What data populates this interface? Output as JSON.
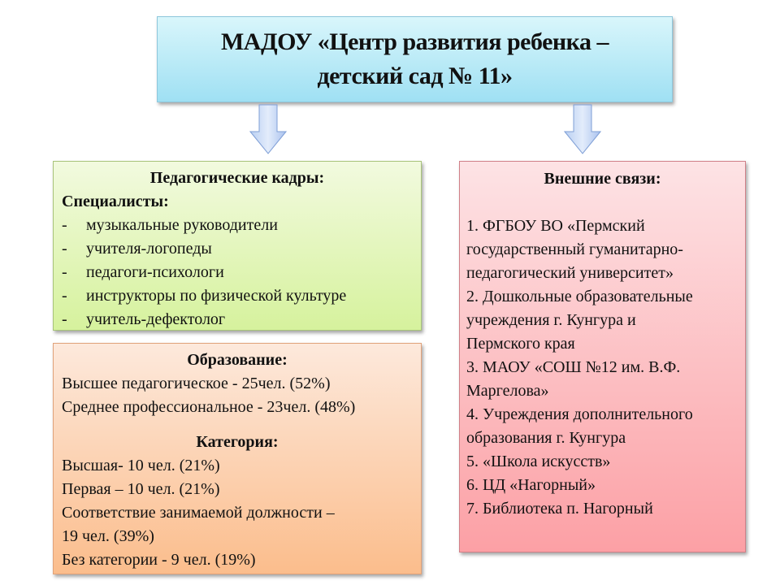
{
  "title": {
    "line1": "МАДОУ «Центр развития ребенка –",
    "line2": "детский сад № 11»"
  },
  "staff": {
    "heading": "Педагогические кадры:",
    "subheading": "Специалисты:",
    "bullet": "-",
    "items": [
      "музыкальные руководители",
      "учителя-логопеды",
      "педагоги-психологи",
      "инструкторы по физической культуре",
      "учитель-дефектолог"
    ]
  },
  "education": {
    "heading": "Образование:",
    "items": [
      "Высшее педагогическое - 25чел. (52%)",
      "Среднее профессиональное - 23чел. (48%)"
    ],
    "category_heading": "Категория:",
    "categories": [
      "Высшая- 10 чел. (21%)",
      "Первая – 10 чел. (21%)",
      "Соответствие занимаемой должности –",
      "19 чел. (39%)",
      "Без категории - 9 чел. (19%)"
    ]
  },
  "external": {
    "heading": "Внешние связи:",
    "lines": [
      "1. ФГБОУ ВО «Пермский",
      "государственный гуманитарно-",
      "педагогический университет»",
      "2. Дошкольные образовательные",
      "учреждения г. Кунгура и",
      "Пермского края",
      "3. МАОУ «СОШ №12 им. В.Ф.",
      "Маргелова»",
      "4. Учреждения дополнительного",
      "образования г. Кунгура",
      "5. «Школа искусств»",
      "6. ЦД «Нагорный»",
      "7. Библиотека п. Нагорный"
    ]
  }
}
